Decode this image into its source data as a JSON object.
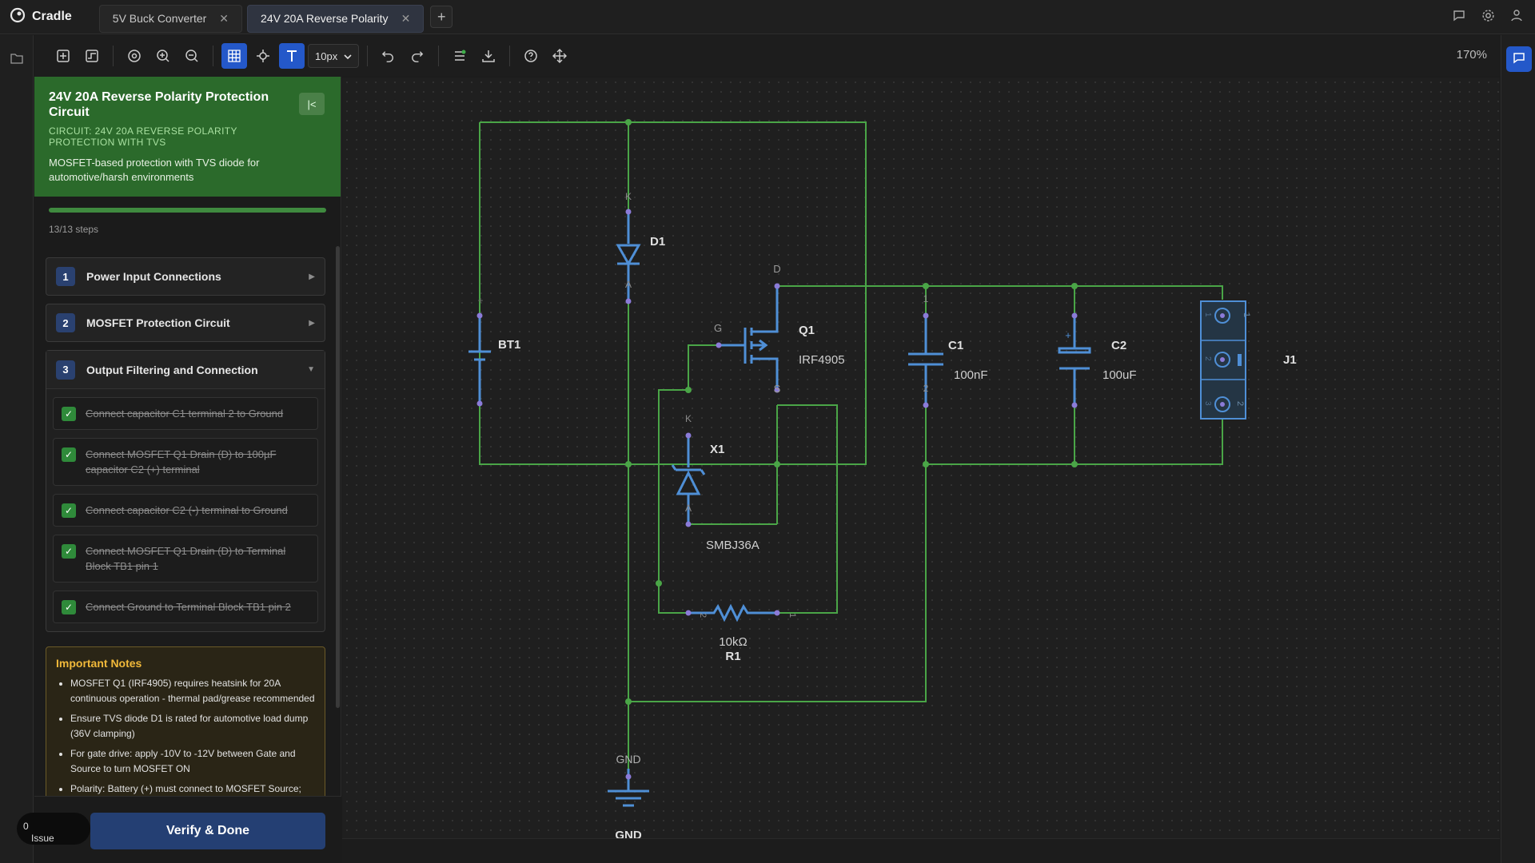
{
  "app": {
    "name": "Cradle",
    "logo_icon": "cradle-logo-icon"
  },
  "tabs": [
    {
      "label": "5V Buck Converter",
      "active": false
    },
    {
      "label": "24V 20A Reverse Polarity",
      "active": true
    }
  ],
  "toolbar": {
    "grid_size": "10px",
    "zoom": "170%",
    "icons": [
      "add-component-icon",
      "wire-icon",
      "fit-view-icon",
      "zoom-in-icon",
      "zoom-out-icon",
      "grid-icon",
      "snap-icon",
      "text-icon",
      "undo-icon",
      "redo-icon",
      "bom-icon",
      "download-icon",
      "help-icon",
      "pan-icon"
    ]
  },
  "panel": {
    "title": "24V 20A Reverse Polarity Protection Circuit",
    "subtitle": "CIRCUIT: 24V 20A REVERSE POLARITY PROTECTION WITH TVS",
    "description": "MOSFET-based protection with TVS diode for automotive/harsh environments",
    "progress_label": "13/13 steps",
    "progress_fraction": 1.0,
    "steps": [
      {
        "num": "1",
        "label": "Power Input Connections"
      },
      {
        "num": "2",
        "label": "MOSFET Protection Circuit"
      },
      {
        "num": "3",
        "label": "Output Filtering and Connection"
      }
    ],
    "tasks": [
      "Connect capacitor C1 terminal 2 to Ground",
      "Connect MOSFET Q1 Drain (D) to 100µF capacitor C2 (+) terminal",
      "Connect capacitor C2 (-) terminal to Ground",
      "Connect MOSFET Q1 Drain (D) to Terminal Block TB1 pin 1",
      "Connect Ground to Terminal Block TB1 pin 2"
    ],
    "notes_title": "Important Notes",
    "notes": [
      "MOSFET Q1 (IRF4905) requires heatsink for 20A continuous operation - thermal pad/grease recommended",
      "Ensure TVS diode D1 is rated for automotive load dump (36V clamping)",
      "For gate drive: apply -10V to -12V between Gate and Source to turn MOSFET ON",
      "Polarity: Battery (+) must connect to MOSFET Source;"
    ],
    "verify_label": "Verify & Done",
    "issue_count": "0",
    "issue_label": "Issue"
  },
  "schematic": {
    "components": {
      "bt1": {
        "ref": "BT1",
        "pin_plus": "+"
      },
      "d1": {
        "ref": "D1",
        "k": "K",
        "a": "A"
      },
      "q1": {
        "ref": "Q1",
        "value": "IRF4905",
        "g": "G",
        "d": "D",
        "s": "S"
      },
      "x1": {
        "ref": "X1",
        "value": "SMBJ36A",
        "k": "K",
        "a": "A"
      },
      "r1": {
        "ref": "R1",
        "value": "10kΩ",
        "p1": "1",
        "p2": "2"
      },
      "c1": {
        "ref": "C1",
        "value": "100nF",
        "p1": "1",
        "p2": "2"
      },
      "c2": {
        "ref": "C2",
        "value": "100uF",
        "plus": "+"
      },
      "j1": {
        "ref": "J1",
        "p1": "1",
        "p2": "2",
        "p3": "3"
      },
      "gnd": {
        "net": "GND",
        "ref": "GND"
      }
    }
  }
}
